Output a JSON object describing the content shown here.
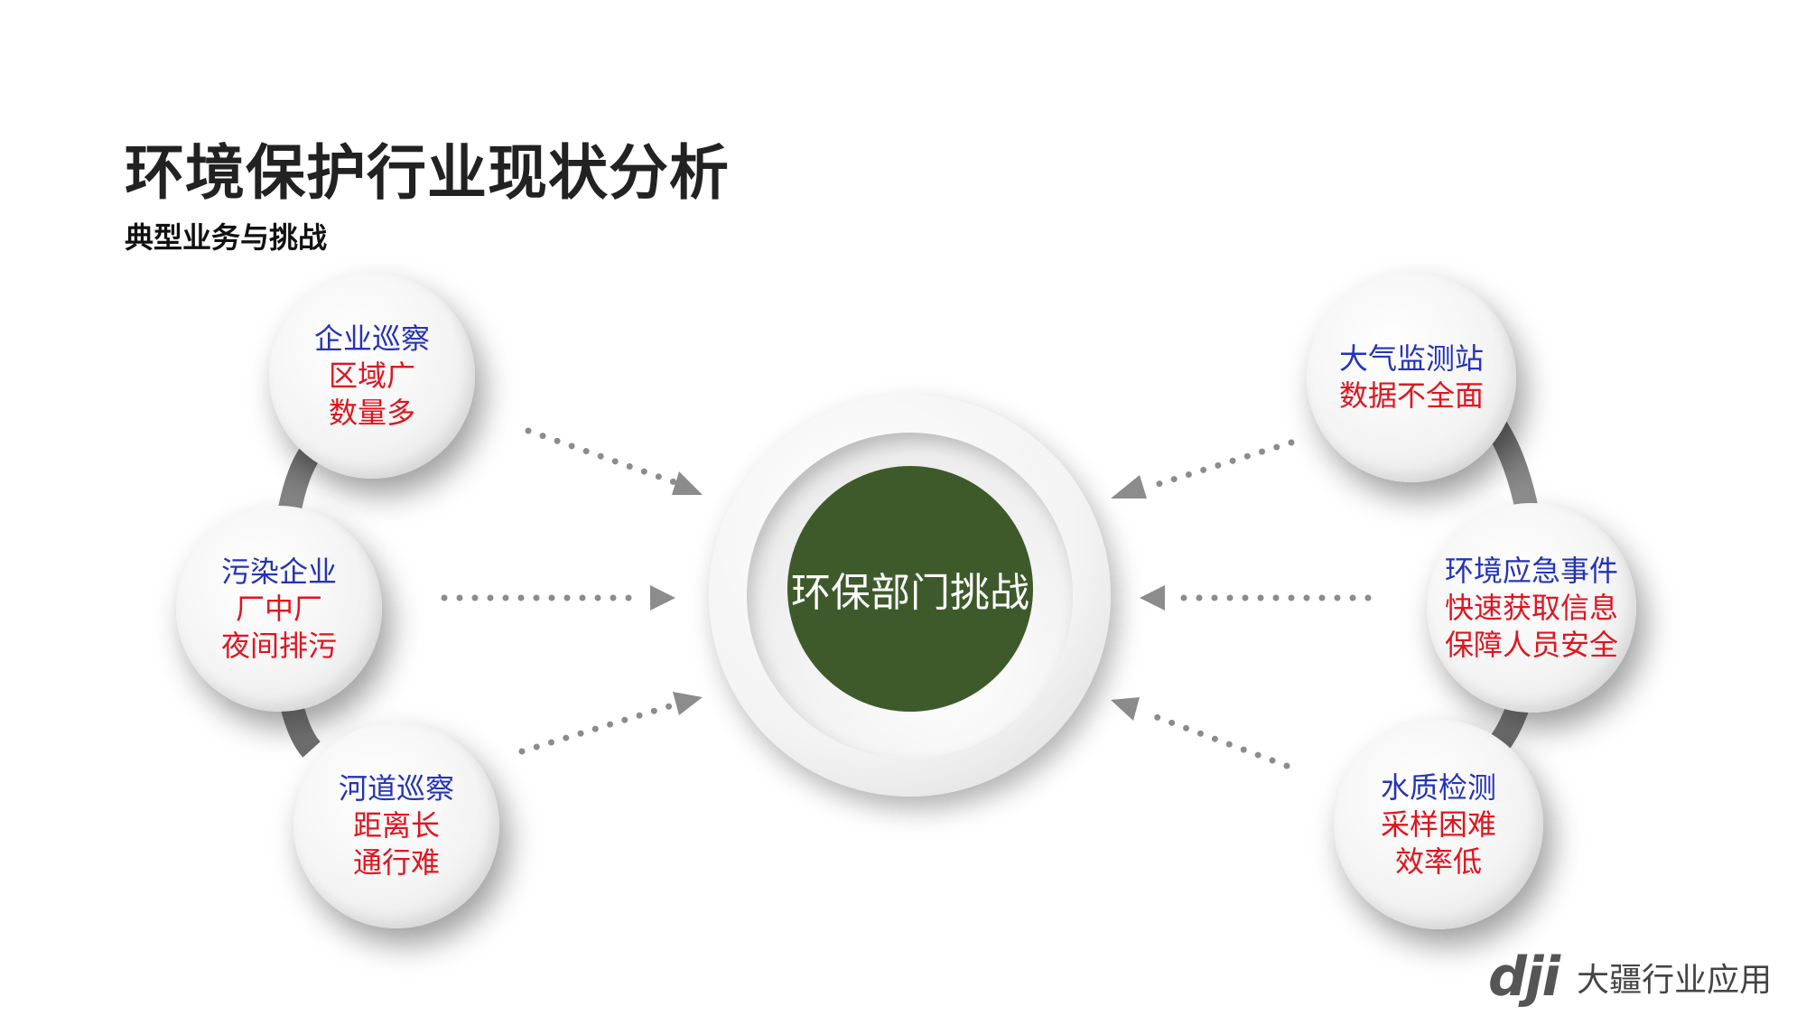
{
  "title": "环境保护行业现状分析",
  "subtitle": "典型业务与挑战",
  "center": {
    "label": "环保部门挑战"
  },
  "left_nodes": [
    {
      "head": "企业巡察",
      "lines": [
        "区域广",
        "数量多"
      ]
    },
    {
      "head": "污染企业",
      "lines": [
        "厂中厂",
        "夜间排污"
      ]
    },
    {
      "head": "河道巡察",
      "lines": [
        "距离长",
        "通行难"
      ]
    }
  ],
  "right_nodes": [
    {
      "head": "大气监测站",
      "lines": [
        "数据不全面"
      ]
    },
    {
      "head": "环境应急事件",
      "lines": [
        "快速获取信息",
        "保障人员安全"
      ]
    },
    {
      "head": "水质检测",
      "lines": [
        "采样困难",
        "效率低"
      ]
    }
  ],
  "brand": {
    "logo": "dji",
    "name": "大疆行业应用"
  },
  "colors": {
    "head": "#2433b8",
    "detail": "#e1141e",
    "core": "#3e5a2a",
    "arc": "#8a8a8a"
  }
}
